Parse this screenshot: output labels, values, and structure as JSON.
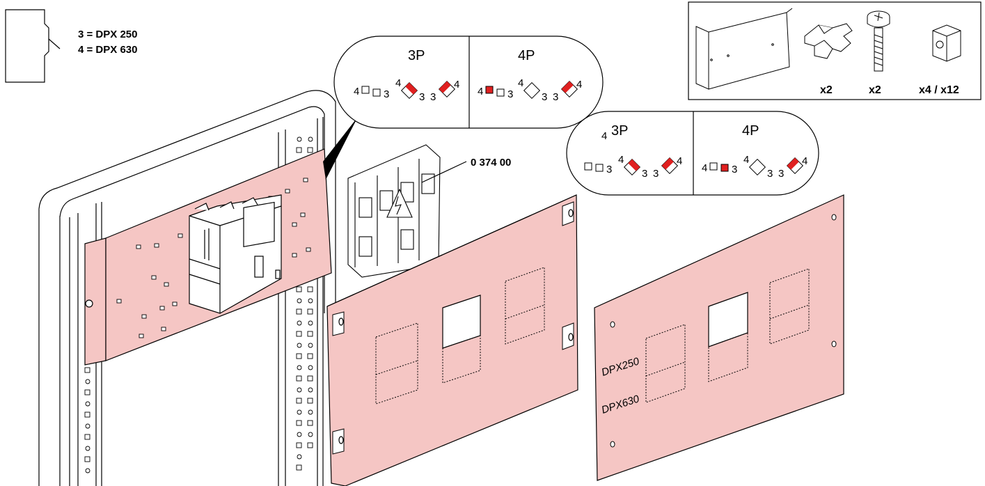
{
  "legend": {
    "line1": "3 = DPX 250",
    "line2": "4 = DPX 630"
  },
  "part_number": "0 374 00",
  "contents_box": {
    "qty_mount_clip": "x2",
    "qty_screw": "x2",
    "qty_cage_nut": "x4 / x12"
  },
  "callout_top": {
    "left_title": "3P",
    "right_title": "4P",
    "digit_4": "4",
    "digit_3": "3"
  },
  "callout_mid": {
    "left_title": "3P",
    "left_prefix": "4",
    "right_title": "4P",
    "digit_4": "4",
    "digit_3": "3"
  },
  "plate_right": {
    "print_top": "DPX250",
    "print_bottom": "DPX630"
  },
  "colors": {
    "plate_fill": "#f5c6c4",
    "marker_red": "#e02020",
    "line": "#000000"
  }
}
